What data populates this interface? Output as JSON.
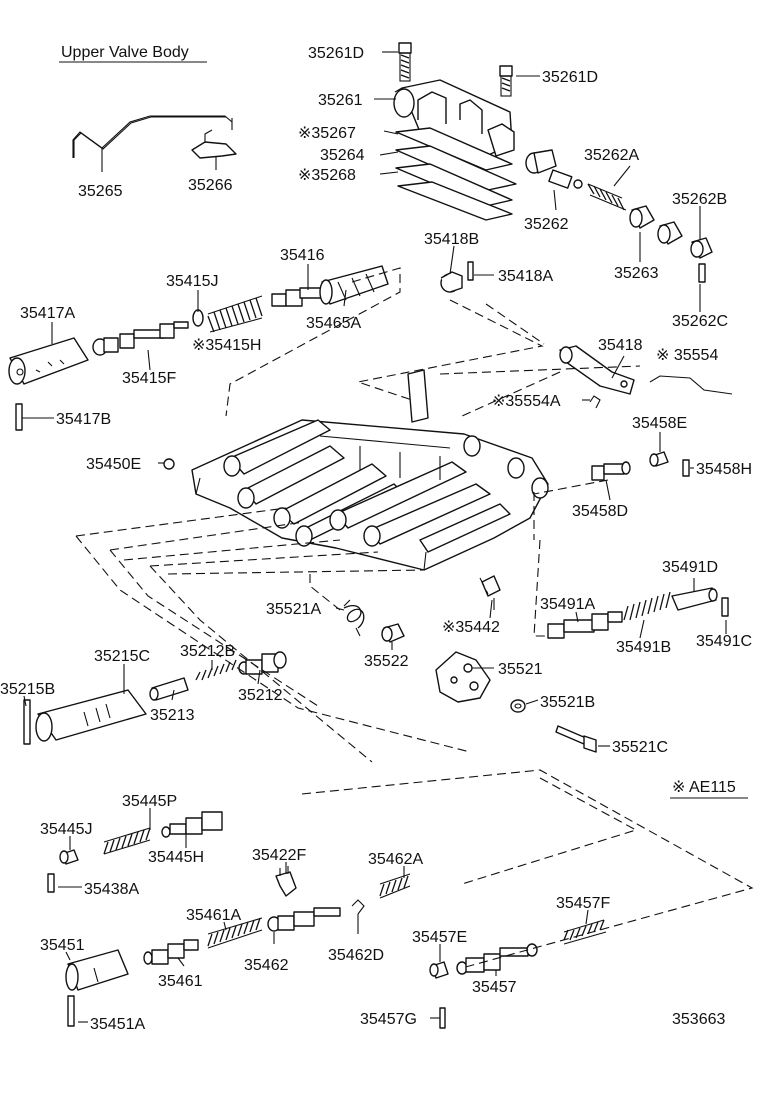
{
  "title": "Upper Valve Body",
  "note": "※ AE115",
  "figure_number": "353663",
  "labels": {
    "p35261D_a": "35261D",
    "p35261D_b": "35261D",
    "p35261": "35261",
    "p35267": "※35267",
    "p35264": "35264",
    "p35268": "※35268",
    "p35265": "35265",
    "p35266": "35266",
    "p35262A": "35262A",
    "p35262": "35262",
    "p35262B": "35262B",
    "p35263": "35263",
    "p35262C": "35262C",
    "p35418B": "35418B",
    "p35418A": "35418A",
    "p35416": "35416",
    "p35415J": "35415J",
    "p35417A": "35417A",
    "p35465A": "35465A",
    "p35415H": "※35415H",
    "p35415F": "35415F",
    "p35417B": "35417B",
    "p35418": "35418",
    "p35554": "※ 35554",
    "p35554A": "※35554A",
    "p35458E": "35458E",
    "p35458H": "35458H",
    "p35450E": "35450E",
    "p35458D": "35458D",
    "p35491D": "35491D",
    "p35521A": "35521A",
    "p35442": "※35442",
    "p35491A": "35491A",
    "p35491B": "35491B",
    "p35491C": "35491C",
    "p35522": "35522",
    "p35521": "35521",
    "p35215C": "35215C",
    "p35212B": "35212B",
    "p35215B": "35215B",
    "p35213": "35213",
    "p35212": "35212",
    "p35521B": "35521B",
    "p35521C": "35521C",
    "p35445P": "35445P",
    "p35445J": "35445J",
    "p35445H": "35445H",
    "p35422F": "35422F",
    "p35462A": "35462A",
    "p35438A": "35438A",
    "p35457F": "35457F",
    "p35461A": "35461A",
    "p35451": "35451",
    "p35457E": "35457E",
    "p35462": "35462",
    "p35462D": "35462D",
    "p35461": "35461",
    "p35457": "35457",
    "p35451A": "35451A",
    "p35457G": "35457G"
  }
}
